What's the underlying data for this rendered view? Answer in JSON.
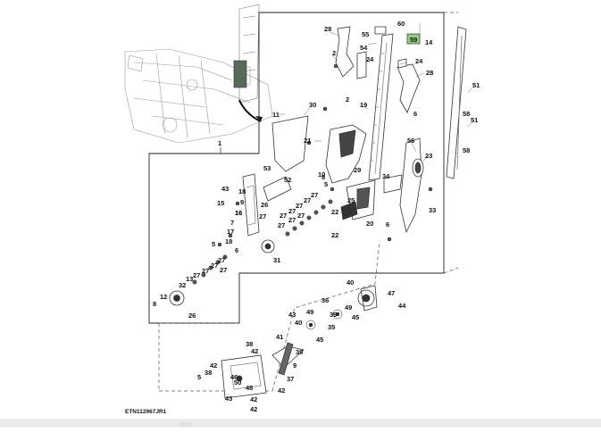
{
  "figure": {
    "code": "ETN112967JR1",
    "highlight_color": "#8fd07a",
    "highlighted_part": "59"
  },
  "callouts": [
    "28",
    "60",
    "55",
    "59",
    "14",
    "54",
    "2",
    "24",
    "24",
    "28",
    "30",
    "11",
    "19",
    "2",
    "6",
    "51",
    "58",
    "51",
    "58",
    "21",
    "56",
    "23",
    "53",
    "52",
    "29",
    "8",
    "10",
    "5",
    "34",
    "43",
    "18",
    "16",
    "15",
    "9",
    "27",
    "27",
    "27",
    "27",
    "27",
    "26",
    "25",
    "22",
    "22",
    "20",
    "6",
    "33",
    "16",
    "27",
    "27",
    "27",
    "27",
    "7",
    "17",
    "18",
    "5",
    "6",
    "31",
    "27",
    "27",
    "27",
    "27",
    "13",
    "32",
    "27",
    "12",
    "8",
    "26",
    "40",
    "47",
    "44",
    "36",
    "49",
    "39",
    "45",
    "35",
    "49",
    "45",
    "41",
    "40",
    "43",
    "38",
    "42",
    "39",
    "42",
    "5",
    "38",
    "46",
    "50",
    "48",
    "42",
    "37",
    "9",
    "43",
    "42",
    "42"
  ],
  "thumbnail": {
    "callout": "1"
  },
  "bottom_bar": {
    "grip": "::::::::"
  }
}
